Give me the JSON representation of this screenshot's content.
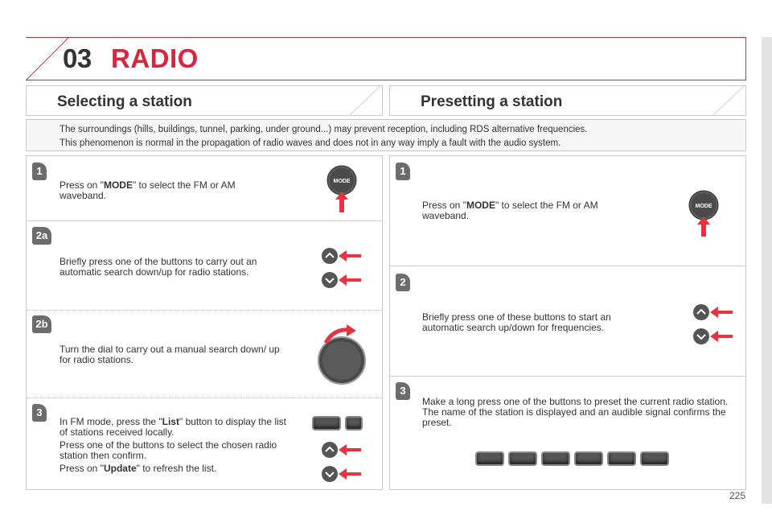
{
  "header": {
    "chapter_number": "03",
    "chapter_title": "RADIO"
  },
  "sections": {
    "left_title": "Selecting a station",
    "right_title": "Presetting a station"
  },
  "info": {
    "line1": "The surroundings (hills, buildings, tunnel, parking, under ground...) may prevent reception, including RDS alternative frequencies.",
    "line2": "This phenomenon is normal in the propagation of radio waves and does not in any way imply a fault with the audio system."
  },
  "left": {
    "s1": {
      "step": "1",
      "pre": "Press on \"",
      "bold": "MODE",
      "post": "\" to select the FM or AM waveband.",
      "button": "MODE"
    },
    "s2a": {
      "step": "2a",
      "text": "Briefly press one of the buttons to carry out an automatic search down/up for radio stations."
    },
    "s2b": {
      "step": "2b",
      "text": "Turn the dial to carry out a manual search down/ up for radio stations."
    },
    "s3": {
      "step": "3",
      "p1_pre": "In FM mode, press the \"",
      "p1_bold": "List",
      "p1_post": "\" button to display the list of stations received locally.",
      "p2": "Press one of the buttons to select the chosen radio station then confirm.",
      "p3_pre": "Press on \"",
      "p3_bold": "Update",
      "p3_post": "\" to refresh the list."
    }
  },
  "right": {
    "s1": {
      "step": "1",
      "pre": "Press on \"",
      "bold": "MODE",
      "post": "\" to select the FM or AM waveband.",
      "button": "MODE"
    },
    "s2": {
      "step": "2",
      "text": "Briefly press one of these buttons to start an automatic search up/down for frequencies."
    },
    "s3": {
      "step": "3",
      "text": "Make a long press one of the buttons to preset the current radio station. The name of the station is displayed and an audible signal confirms the preset."
    }
  },
  "page_number": "225",
  "colors": {
    "accent": "#d7263d",
    "arrow": "#e8323f",
    "panel_border": "#c9c9c9",
    "button": "#555555"
  },
  "icons": [
    "mode-button-icon",
    "chevron-up-icon",
    "chevron-down-icon",
    "arrow-icon",
    "dial-icon",
    "preset-key-icon"
  ]
}
